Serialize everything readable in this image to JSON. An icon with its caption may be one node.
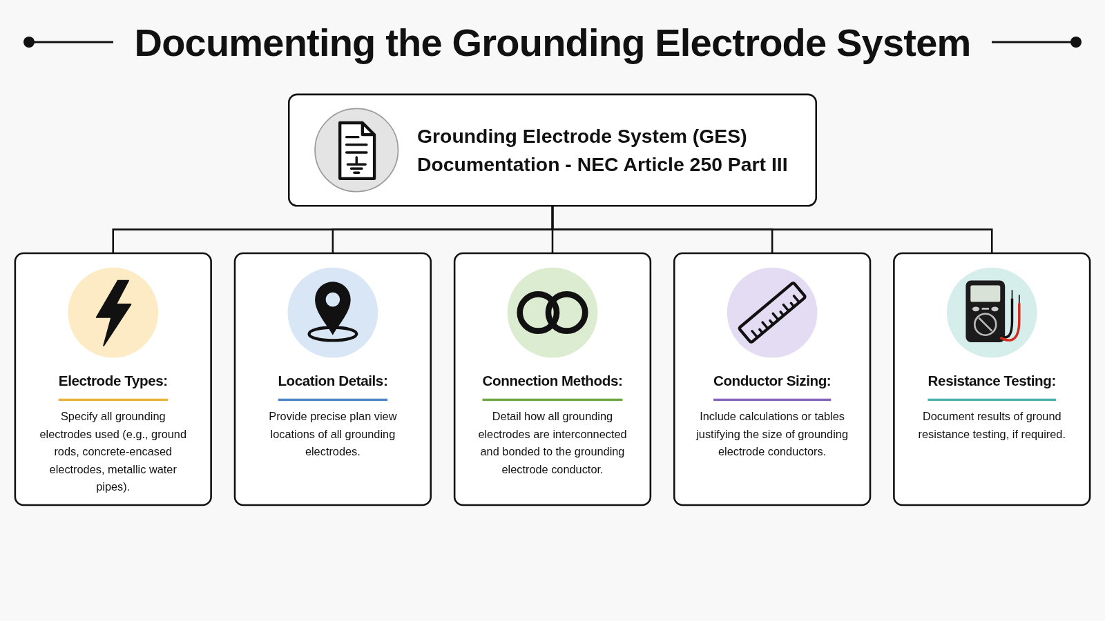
{
  "diagram": {
    "title": "Documenting the Grounding Electrode System",
    "nodes": [
      {
        "text": [
          "Grounding Electrode System (GES) Documentation - NEC Article 250 Part III"
        ]
      },
      {
        "text": [
          "Electrode Types:",
          "Specify all grounding electrodes used (e.g., ground rods, concrete-encased electrodes, metallic water pipes)."
        ]
      },
      {
        "text": [
          "Location Details:",
          "Provide precise plan view locations of all grounding electrodes."
        ]
      },
      {
        "text": [
          "Connection Methods:",
          "Detail how all grounding electrodes are interconnected and bonded to the grounding electrode conductor."
        ]
      },
      {
        "text": [
          "Conductor Sizing:",
          "Include calculations or tables justifying the size of grounding electrode conductors."
        ]
      },
      {
        "text": [
          "Resistance Testing:",
          "Document results of ground resistance testing, if required."
        ]
      }
    ],
    "edges": [
      {
        "from": 0,
        "to": 1,
        "arrow": "none"
      },
      {
        "from": 0,
        "to": 2,
        "arrow": "none"
      },
      {
        "from": 0,
        "to": 3,
        "arrow": "none"
      },
      {
        "from": 0,
        "to": 4,
        "arrow": "none"
      },
      {
        "from": 0,
        "to": 5,
        "arrow": "none"
      }
    ]
  }
}
